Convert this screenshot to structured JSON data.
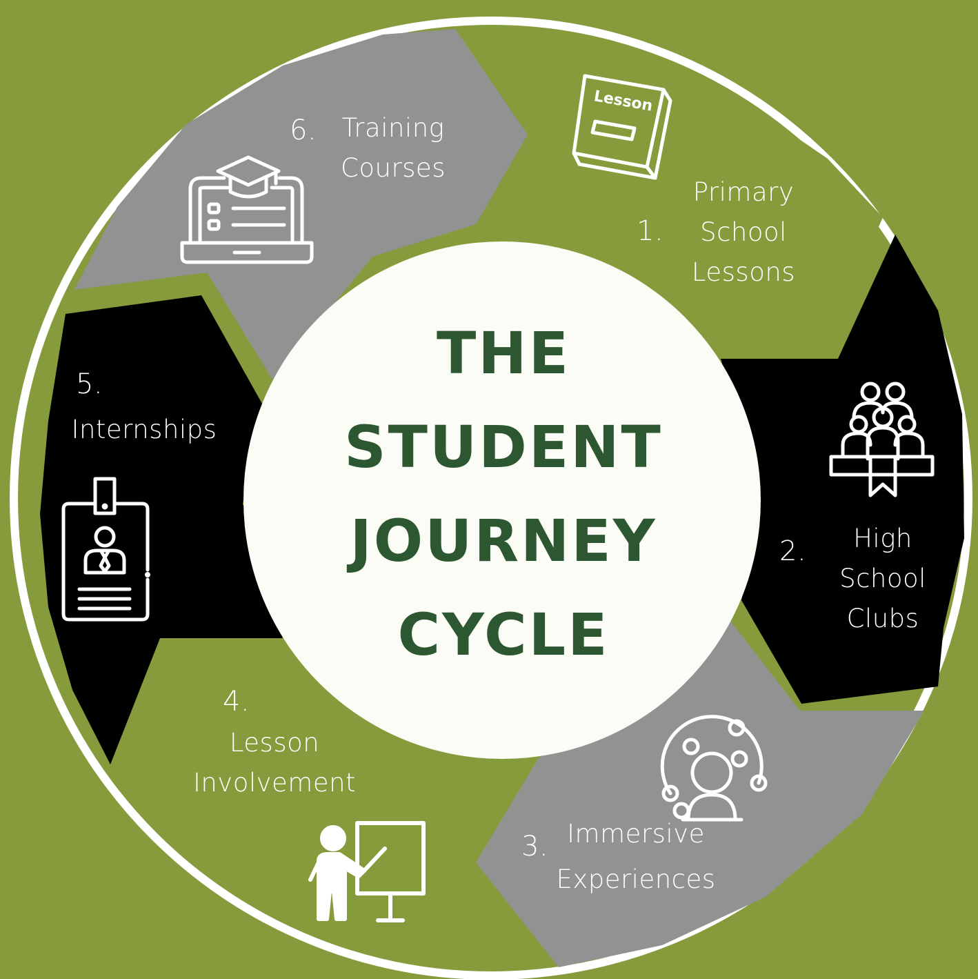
{
  "colors": {
    "background": "#869b3c",
    "green_segment": "#869b3c",
    "black_segment": "#000000",
    "gray_segment": "#929292",
    "ring_border": "#ffffff",
    "center_fill": "#fbfcf6",
    "title_text": "#2d5730",
    "icon_stroke": "#ffffff"
  },
  "title": {
    "line1": "THE",
    "line2": "STUDENT",
    "line3": "JOURNEY",
    "line4": "CYCLE"
  },
  "steps": [
    {
      "number": "1.",
      "lines": [
        "Primary",
        "School",
        "Lessons"
      ],
      "icon": "lesson-book-icon",
      "color": "green"
    },
    {
      "number": "2.",
      "lines": [
        "High",
        "School",
        "Clubs"
      ],
      "icon": "club-group-icon",
      "color": "black"
    },
    {
      "number": "3.",
      "lines": [
        "Immersive",
        "Experiences"
      ],
      "icon": "immersive-experience-icon",
      "color": "gray"
    },
    {
      "number": "4.",
      "lines": [
        "Lesson",
        "Involvement"
      ],
      "icon": "presenter-board-icon",
      "color": "green"
    },
    {
      "number": "5.",
      "lines": [
        "Internships"
      ],
      "icon": "id-badge-icon",
      "color": "black"
    },
    {
      "number": "6.",
      "lines": [
        "Training",
        "Courses"
      ],
      "icon": "online-course-laptop-icon",
      "color": "gray"
    }
  ],
  "icons": {
    "lesson_book_text": "Lesson"
  }
}
